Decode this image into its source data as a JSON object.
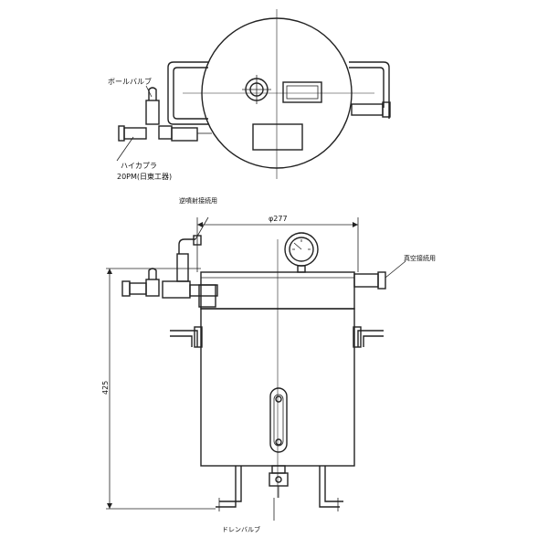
{
  "labels": {
    "ball_valve": "ボールバルブ",
    "hi_coupler": "ハイカプラ",
    "hi_coupler_spec": "20PM(日東工器)",
    "pressure_connection": "逆噴射接続用",
    "vacuum_connection": "真空接続用",
    "diameter": "φ277",
    "height": "425",
    "drain_valve": "ドレンバルブ"
  }
}
